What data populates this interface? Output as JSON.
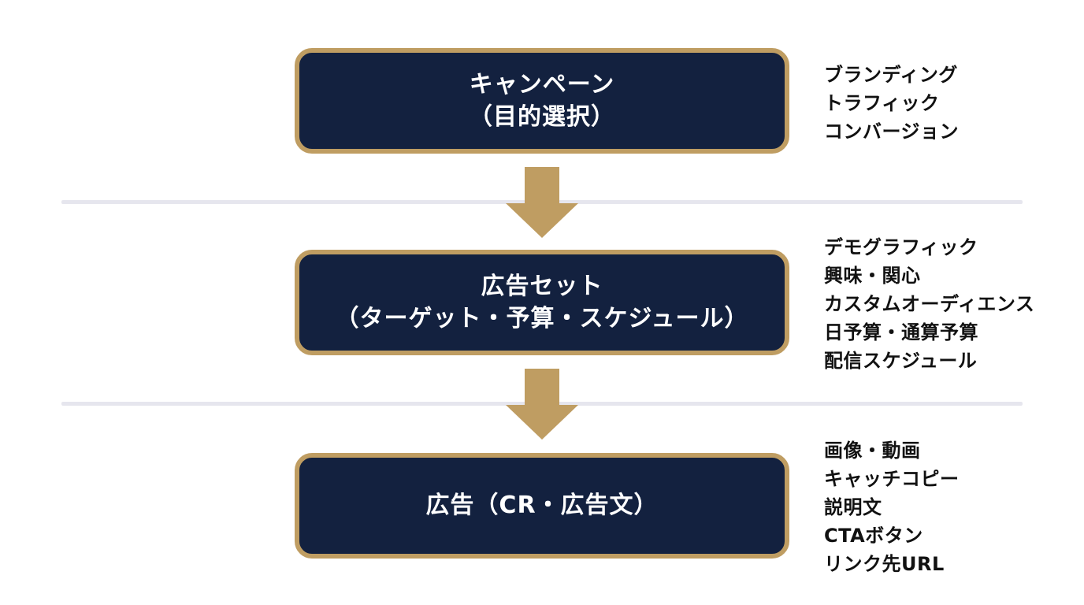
{
  "diagram": {
    "levels": [
      {
        "title": "キャンペーン",
        "subtitle": "（目的選択）",
        "details": [
          "ブランディング",
          "トラフィック",
          "コンバージョン"
        ]
      },
      {
        "title": "広告セット",
        "subtitle": "（ターゲット・予算・スケジュール）",
        "details": [
          "デモグラフィック",
          "興味・関心",
          "カスタムオーディエンス",
          "日予算・通算予算",
          "配信スケジュール"
        ]
      },
      {
        "title": "広告（CR・広告文）",
        "subtitle": "",
        "details": [
          "画像・動画",
          "キャッチコピー",
          "説明文",
          "CTAボタン",
          "リンク先URL"
        ]
      }
    ],
    "colors": {
      "box_fill": "#13213f",
      "box_border": "#bf9d62",
      "arrow": "#bf9d62",
      "divider": "#e6e6ee",
      "box_text": "#ffffff",
      "detail_text": "#111111"
    },
    "icons": [
      "down-arrow-icon",
      "down-arrow-icon"
    ]
  }
}
